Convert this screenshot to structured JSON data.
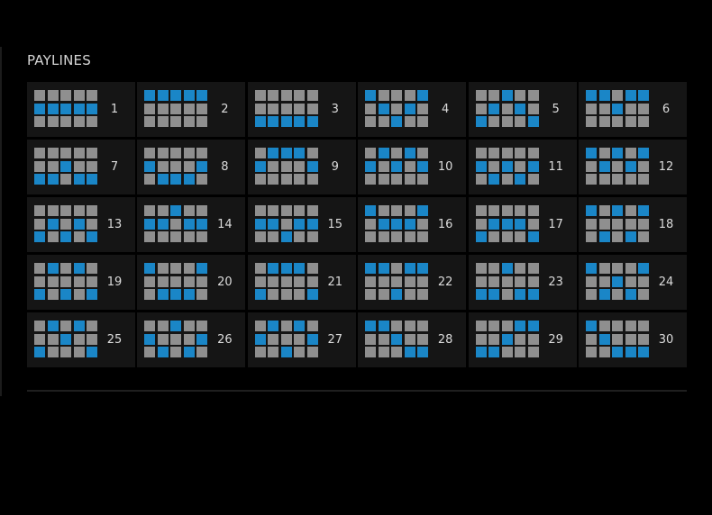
{
  "title": "PAYLINES",
  "colors": {
    "active": "#1a86c7",
    "inactive": "#8f8f8f",
    "cell_bg": "#151515",
    "page_bg": "#000000"
  },
  "paylines": [
    {
      "number": "1",
      "rows": [
        1,
        1,
        1,
        1,
        1
      ]
    },
    {
      "number": "2",
      "rows": [
        0,
        0,
        0,
        0,
        0
      ]
    },
    {
      "number": "3",
      "rows": [
        2,
        2,
        2,
        2,
        2
      ]
    },
    {
      "number": "4",
      "rows": [
        0,
        1,
        2,
        1,
        0
      ]
    },
    {
      "number": "5",
      "rows": [
        2,
        1,
        0,
        1,
        2
      ]
    },
    {
      "number": "6",
      "rows": [
        0,
        0,
        1,
        0,
        0
      ]
    },
    {
      "number": "7",
      "rows": [
        2,
        2,
        1,
        2,
        2
      ]
    },
    {
      "number": "8",
      "rows": [
        1,
        2,
        2,
        2,
        1
      ]
    },
    {
      "number": "9",
      "rows": [
        1,
        0,
        0,
        0,
        1
      ]
    },
    {
      "number": "10",
      "rows": [
        1,
        0,
        1,
        0,
        1
      ]
    },
    {
      "number": "11",
      "rows": [
        1,
        2,
        1,
        2,
        1
      ]
    },
    {
      "number": "12",
      "rows": [
        0,
        1,
        0,
        1,
        0
      ]
    },
    {
      "number": "13",
      "rows": [
        2,
        1,
        2,
        1,
        2
      ]
    },
    {
      "number": "14",
      "rows": [
        1,
        1,
        0,
        1,
        1
      ]
    },
    {
      "number": "15",
      "rows": [
        1,
        1,
        2,
        1,
        1
      ]
    },
    {
      "number": "16",
      "rows": [
        0,
        1,
        1,
        1,
        0
      ]
    },
    {
      "number": "17",
      "rows": [
        2,
        1,
        1,
        1,
        2
      ]
    },
    {
      "number": "18",
      "rows": [
        0,
        2,
        0,
        2,
        0
      ]
    },
    {
      "number": "19",
      "rows": [
        2,
        0,
        2,
        0,
        2
      ]
    },
    {
      "number": "20",
      "rows": [
        0,
        2,
        2,
        2,
        0
      ]
    },
    {
      "number": "21",
      "rows": [
        2,
        0,
        0,
        0,
        2
      ]
    },
    {
      "number": "22",
      "rows": [
        0,
        0,
        2,
        0,
        0
      ]
    },
    {
      "number": "23",
      "rows": [
        2,
        2,
        0,
        2,
        2
      ]
    },
    {
      "number": "24",
      "rows": [
        0,
        2,
        1,
        2,
        0
      ]
    },
    {
      "number": "25",
      "rows": [
        2,
        0,
        1,
        0,
        2
      ]
    },
    {
      "number": "26",
      "rows": [
        1,
        2,
        0,
        2,
        1
      ]
    },
    {
      "number": "27",
      "rows": [
        1,
        0,
        2,
        0,
        1
      ]
    },
    {
      "number": "28",
      "rows": [
        0,
        0,
        1,
        2,
        2
      ]
    },
    {
      "number": "29",
      "rows": [
        2,
        2,
        1,
        0,
        0
      ]
    },
    {
      "number": "30",
      "rows": [
        0,
        1,
        2,
        2,
        2
      ]
    }
  ]
}
